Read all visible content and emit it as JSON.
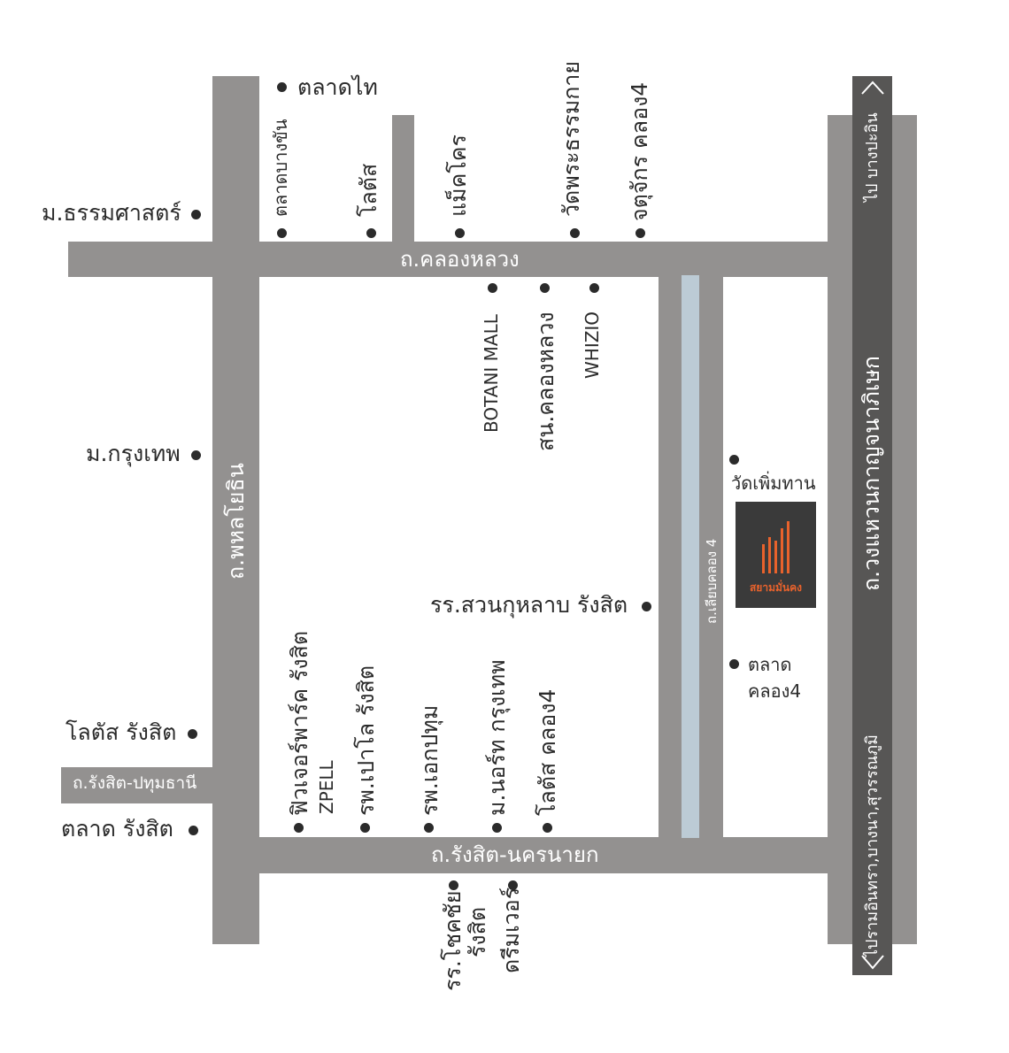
{
  "roads": {
    "phahon_yothin": "ถ.พหลโยธิน",
    "khlong_luang": "ถ.คลองหลวง",
    "rangsit_nakhon_nayok": "ถ.รังสิต-นครนายก",
    "rangsit_pathum_thani": "ถ.รังสิต-ปทุมธานี",
    "liap_khlong_4": "ถ.เลียบคลอง 4",
    "kanchanaphisek": "ถ.วงแหวนกาญจนาภิเษก"
  },
  "directions": {
    "to_bang_pa_in": "ไป บางปะอิน",
    "to_ramintra": "ไปรามอินทรา,บางนา,สุวรรณภูมิ"
  },
  "places": {
    "talat_thai": "ตลาดไท",
    "thammasat": "ม.ธรรมศาสตร์",
    "talat_bang_khan": "ตลาดบางขัน",
    "lotus_top": "โลตัส",
    "makro": "แม็คโคร",
    "wat_phra_dhammakaya": "วัดพระธรรมกาย",
    "chatuchak_khlong4": "จตุจักร คลอง4",
    "botani_mall": "BOTANI MALL",
    "sn_khlong_luang": "สน.คลองหลวง",
    "whizdom": "WHIZIO",
    "krungthep_university": "ม.กรุงเทพ",
    "wat_phoem": "วัดเพิ่มทาน",
    "suan_kulap": "รร.สวนกุหลาบ รังสิต",
    "talat_khlong4_a": "ตลาด",
    "talat_khlong4_b": "คลอง4",
    "future_park": "ฟิวเจอร์พาร์ค รังสิต",
    "zpell": "ZPELL",
    "paolo": "รพ.เปาโล รังสิต",
    "ekpathum": "รพ.เอกปทุม",
    "north_bangkok": "ม.นอร์ท กรุงเทพ",
    "lotus_khlong4": "โลตัส คลอง4",
    "lotus_rangsit": "โลตัส รังสิต",
    "talat_rangsit": "ตลาด รังสิต",
    "chokchai": "รร.โชคชัย",
    "chokchai_2": "รังสิต",
    "dreamworld": "ดรีมเวอร์"
  },
  "project": {
    "name": "สยามมั่นคง",
    "accent_color": "#e8622c"
  },
  "colors": {
    "road": "#939190",
    "highway": "#575655",
    "canal": "#bccbd5"
  }
}
